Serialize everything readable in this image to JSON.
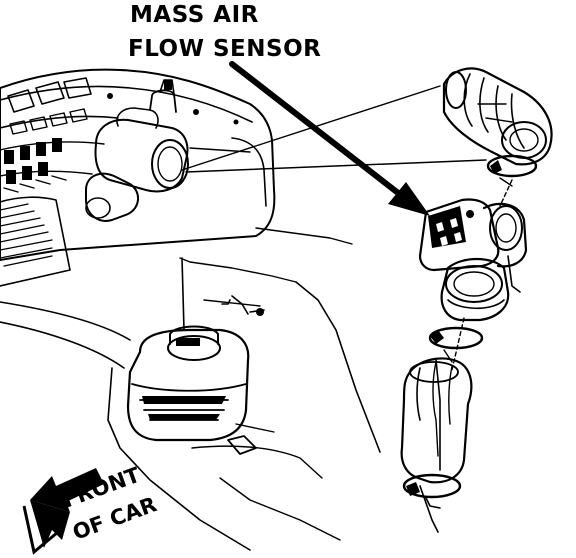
{
  "labels": {
    "sensor_line1": "MASS AIR",
    "sensor_line2": "FLOW SENSOR",
    "front_line1": "FRONT",
    "front_line2": "OF CAR"
  },
  "colors": {
    "ink": "#000000",
    "paper": "#ffffff"
  }
}
